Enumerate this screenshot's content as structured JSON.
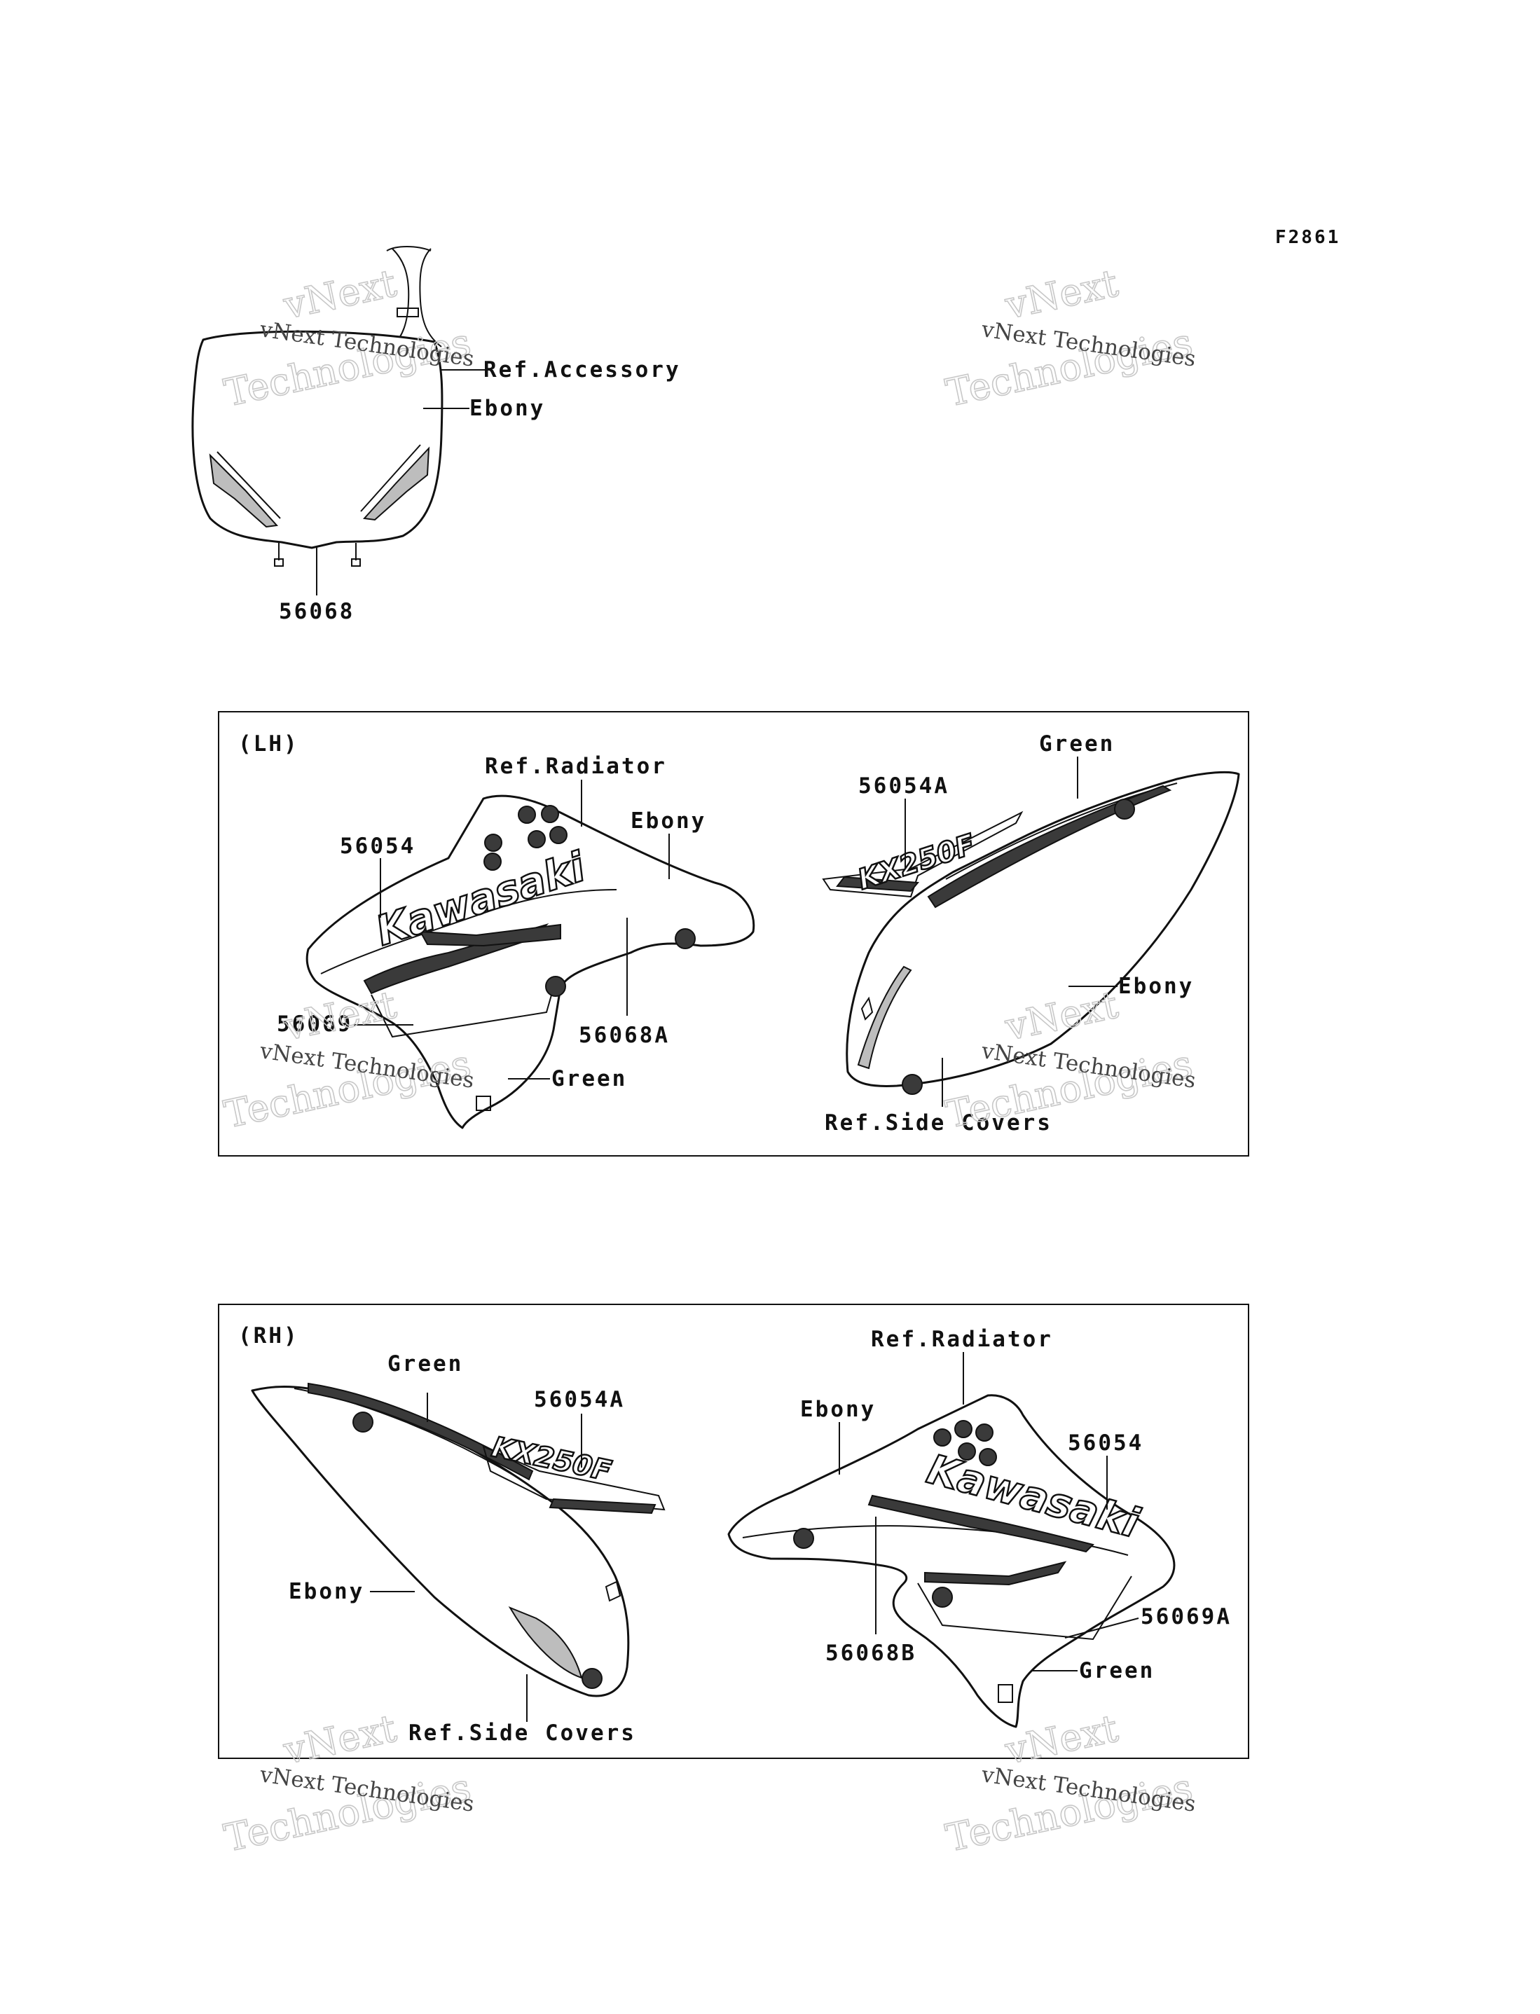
{
  "figure_code": "F2861",
  "watermark": {
    "line1": "vNext Technologies",
    "line2_top": "vNext",
    "line2_bottom": "Technologies"
  },
  "top_part": {
    "labels": {
      "ref_accessory": "Ref.Accessory",
      "ebony": "Ebony",
      "part_no": "56068"
    }
  },
  "lh_panel": {
    "title": "(LH)",
    "labels": {
      "ref_radiator": "Ref.Radiator",
      "ebony_shroud": "Ebony",
      "part_56054": "56054",
      "part_56069": "56069",
      "part_56068a": "56068A",
      "green_shroud": "Green",
      "green_cover": "Green",
      "part_56054a": "56054A",
      "ebony_cover": "Ebony",
      "ref_side_covers": "Ref.Side Covers"
    },
    "logo_text": "Kawasaki",
    "model_text": "KX250F"
  },
  "rh_panel": {
    "title": "(RH)",
    "labels": {
      "green_cover": "Green",
      "part_56054a": "56054A",
      "ebony_cover": "Ebony",
      "ref_side_covers": "Ref.Side Covers",
      "ref_radiator": "Ref.Radiator",
      "ebony_shroud": "Ebony",
      "part_56054": "56054",
      "part_56068b": "56068B",
      "part_56069a": "56069A",
      "green_shroud": "Green"
    },
    "logo_text": "Kawasaki",
    "model_text": "KX250F"
  }
}
